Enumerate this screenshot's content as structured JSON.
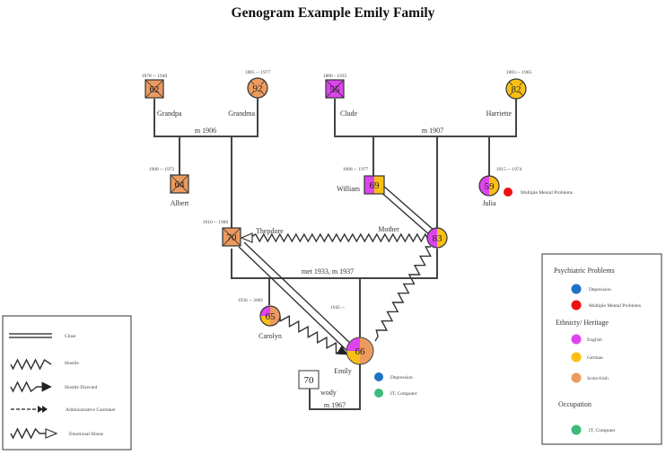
{
  "title": "Genogram Example Emily Family",
  "colors": {
    "english": "#dd44ee",
    "german": "#f9bf14",
    "scots_irish": "#ec9a5f",
    "depression": "#1f73c4",
    "multiple_mental": "#ee1111",
    "it_computer": "#3dbb7a",
    "line": "#444444"
  },
  "people": {
    "grandpa": {
      "name": "Grandpa",
      "age": "62",
      "years": "1878 -- 1940",
      "sex": "male",
      "deceased": true,
      "heritage": [
        "scots_irish"
      ]
    },
    "grandma": {
      "name": "Grandma",
      "age": "92",
      "years": "1885 -- 1977",
      "sex": "female",
      "deceased": true,
      "heritage": [
        "scots_irish"
      ]
    },
    "clude": {
      "name": "Clude",
      "age": "55",
      "years": "1880 - 1935",
      "sex": "male",
      "deceased": true,
      "heritage": [
        "english"
      ]
    },
    "harriette": {
      "name": "Harriette",
      "age": "82",
      "years": "1883 -- 1965",
      "sex": "female",
      "deceased": true,
      "heritage": [
        "german"
      ]
    },
    "albert": {
      "name": "Albert",
      "age": "64",
      "years": "1908 -- 1972",
      "sex": "male",
      "deceased": true,
      "heritage": [
        "scots_irish"
      ]
    },
    "thepdore": {
      "name": "Thepdore",
      "age": "70",
      "years": "1910 -- 1980",
      "sex": "male",
      "deceased": true,
      "heritage": [
        "scots_irish"
      ]
    },
    "william": {
      "name": "William",
      "age": "69",
      "years": "1908 -- 1977",
      "sex": "male",
      "deceased": false,
      "heritage": [
        "english",
        "german"
      ]
    },
    "julia": {
      "name": "Julia",
      "age": "59",
      "years": "1915 -- 1974",
      "sex": "female",
      "deceased": false,
      "heritage": [
        "english",
        "german"
      ],
      "condition": "Multiple Mental Problems"
    },
    "mother": {
      "name": "Mother",
      "age": "83",
      "years": "",
      "sex": "female",
      "deceased": false,
      "heritage": [
        "english",
        "german"
      ]
    },
    "carolyn": {
      "name": "Carolyn",
      "age": "65",
      "years": "1936 -- 2001",
      "sex": "female",
      "deceased": false,
      "heritage": [
        "english",
        "german",
        "scots_irish"
      ]
    },
    "emily": {
      "name": "Emily",
      "age": "66",
      "years": "1945 --",
      "sex": "female",
      "deceased": false,
      "heritage": [
        "english",
        "german",
        "scots_irish"
      ],
      "conditions": [
        "Depression",
        "IT, Computer"
      ]
    },
    "wody": {
      "name": "wody",
      "age": "70",
      "years": "",
      "sex": "male",
      "deceased": false,
      "heritage": []
    }
  },
  "marriages": {
    "grandparents_paternal": "m 1906",
    "grandparents_maternal": "m 1907",
    "parents": "met 1933, m 1937",
    "emily_wody": "m 1967"
  },
  "relationship_legend": {
    "items": [
      {
        "label": "Close",
        "type": "close"
      },
      {
        "label": "Hostile",
        "type": "hostile"
      },
      {
        "label": "Hostile Directed",
        "type": "hostile-directed"
      },
      {
        "label": "Administrative Caretaker",
        "type": "admin-caretaker"
      },
      {
        "label": "Emotional Abuse",
        "type": "emotional-abuse"
      }
    ]
  },
  "attribute_legend": {
    "psychiatric_heading": "Psychiatric Problems",
    "psychiatric": [
      {
        "label": "Depression",
        "color_key": "depression"
      },
      {
        "label": "Multiple Mental Problems",
        "color_key": "multiple_mental"
      }
    ],
    "ethnicity_heading": "Ethnicty/ Heritage",
    "ethnicity": [
      {
        "label": "English",
        "color_key": "english"
      },
      {
        "label": "German",
        "color_key": "german"
      },
      {
        "label": "Scots-Irish",
        "color_key": "scots_irish"
      }
    ],
    "occupation_heading": "Occupation",
    "occupation": [
      {
        "label": "IT, Computer",
        "color_key": "it_computer"
      }
    ]
  }
}
